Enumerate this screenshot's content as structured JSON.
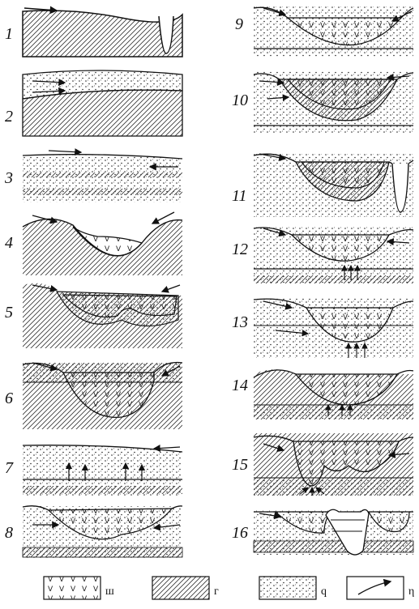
{
  "panels": [
    {
      "label": "1"
    },
    {
      "label": "2"
    },
    {
      "label": "3"
    },
    {
      "label": "4"
    },
    {
      "label": "5"
    },
    {
      "label": "6"
    },
    {
      "label": "7"
    },
    {
      "label": "8"
    },
    {
      "label": "9"
    },
    {
      "label": "10"
    },
    {
      "label": "11"
    },
    {
      "label": "12"
    },
    {
      "label": "13"
    },
    {
      "label": "14"
    },
    {
      "label": "15"
    },
    {
      "label": "16"
    }
  ],
  "legend": [
    {
      "symbol": "peat",
      "label": "ш"
    },
    {
      "symbol": "clay",
      "label": "г"
    },
    {
      "symbol": "sand",
      "label": "q"
    },
    {
      "symbol": "flow-arrow",
      "label": "η"
    }
  ],
  "colors": {
    "ink": "#111111",
    "paper": "#ffffff"
  }
}
